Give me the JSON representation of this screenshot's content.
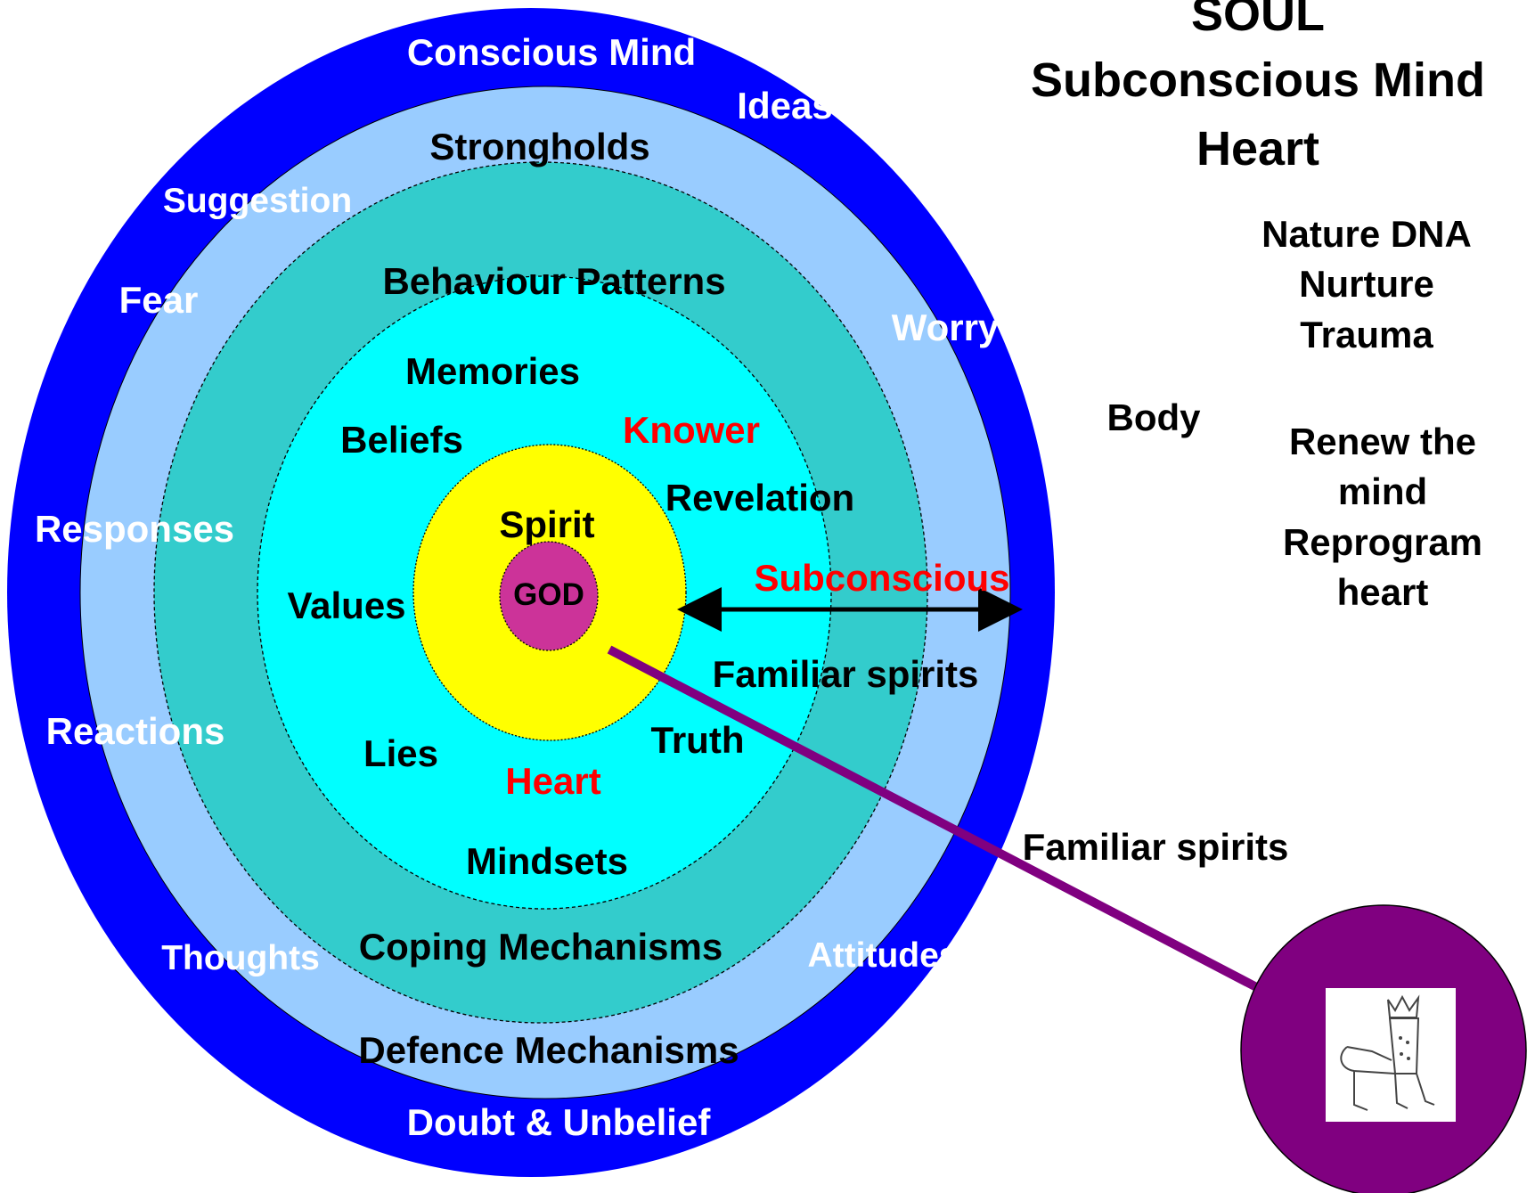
{
  "title": {
    "line1": "SOUL",
    "line2": "Subconscious Mind",
    "line3": "Heart"
  },
  "side_notes": {
    "nature": "Nature DNA",
    "nurture": "Nurture",
    "trauma": "Trauma",
    "body": "Body",
    "renew1": "Renew the",
    "renew2": "mind",
    "renew3": "Reprogram",
    "renew4": "heart",
    "familiar_outer": "Familiar spirits"
  },
  "rings": {
    "conscious": "Conscious Mind",
    "ideas": "Ideas",
    "suggestion": "Suggestion",
    "fear": "Fear",
    "worry": "Worry",
    "responses": "Responses",
    "reactions": "Reactions",
    "thoughts": "Thoughts",
    "attitudes": "Attitudes",
    "doubt": "Doubt & Unbelief",
    "strongholds": "Strongholds",
    "defence": "Defence Mechanisms",
    "behaviour": "Behaviour Patterns",
    "coping": "Coping Mechanisms",
    "memories": "Memories",
    "beliefs": "Beliefs",
    "knower": "Knower",
    "revelation": "Revelation",
    "subconscious": "Subconscious",
    "values": "Values",
    "familiar_inner": "Familiar spirits",
    "truth": "Truth",
    "lies": "Lies",
    "heart": "Heart",
    "mindsets": "Mindsets",
    "spirit": "Spirit",
    "god": "GOD"
  },
  "colors": {
    "outer_ring": "#0000ff",
    "second_ring": "#99ccff",
    "third_ring": "#33cccc",
    "fourth_ring": "#00ffff",
    "spirit_core": "#ffff00",
    "god_core": "#cc3399",
    "throne_circle": "#800080",
    "highlight_text": "#ff0000",
    "light_text": "#ffffff",
    "dark_text": "#000000"
  },
  "icons": {
    "throne": "throne-icon",
    "arrow": "double-arrow-icon"
  }
}
